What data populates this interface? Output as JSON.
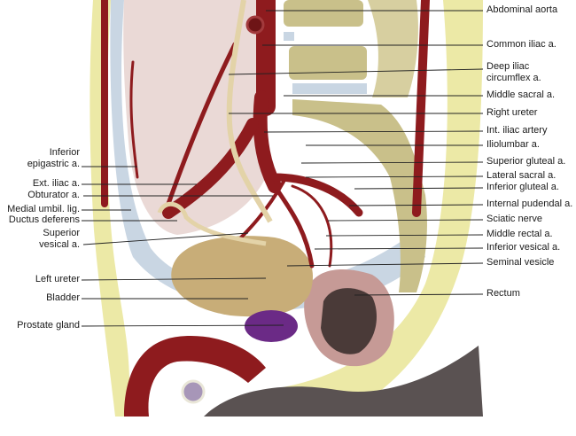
{
  "figure": {
    "subject": "Male pelvis, sagittal section showing pelvic arteries and viscera",
    "colors": {
      "artery": "#8e1b1e",
      "bone": "#c9c08a",
      "fat": "#ece9a6",
      "fascia": "#c9d6e3",
      "bladder": "#c8ad78",
      "prostate": "#6b2a86",
      "ureter": "#e3d3a8",
      "peritoneum": "#ead9d6",
      "rectum_wall": "#8a4a4a",
      "skin": "#5a5252"
    }
  },
  "labels_right": [
    {
      "text": "Abdominal aorta"
    },
    {
      "text": "Common iliac a."
    },
    {
      "text": "Deep iliac"
    },
    {
      "text": "circumflex a."
    },
    {
      "text": "Middle sacral a."
    },
    {
      "text": "Right ureter"
    },
    {
      "text": "Int. iliac artery"
    },
    {
      "text": "Iliolumbar a."
    },
    {
      "text": "Superior gluteal a."
    },
    {
      "text": "Lateral sacral a."
    },
    {
      "text": "Inferior gluteal a."
    },
    {
      "text": "Internal pudendal a."
    },
    {
      "text": "Sciatic nerve"
    },
    {
      "text": "Middle rectal a."
    },
    {
      "text": "Inferior vesical a."
    },
    {
      "text": "Seminal vesicle"
    },
    {
      "text": "Rectum"
    }
  ],
  "labels_left": [
    {
      "text": "Inferior"
    },
    {
      "text": "epigastric a."
    },
    {
      "text": "Ext. iliac a."
    },
    {
      "text": "Obturator a."
    },
    {
      "text": "Medial umbil. lig."
    },
    {
      "text": "Ductus deferens"
    },
    {
      "text": "Superior"
    },
    {
      "text": "vesical a."
    },
    {
      "text": "Left ureter"
    },
    {
      "text": "Bladder"
    },
    {
      "text": "Prostate gland"
    }
  ]
}
